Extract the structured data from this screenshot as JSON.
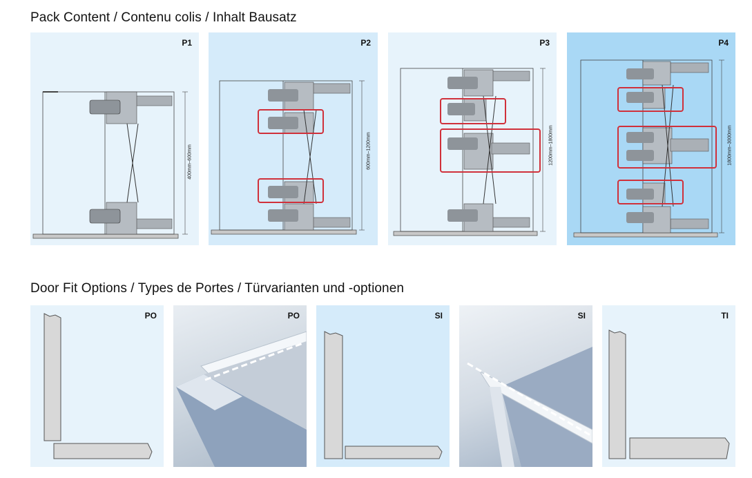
{
  "sections": {
    "pack_title": "Pack Content / Contenu colis / Inhalt Bausatz",
    "door_title": "Door Fit Options / Types de Portes / Türvarianten und -optionen"
  },
  "packs": [
    {
      "label": "P1",
      "dimension": "400mm–600mm",
      "hinges": 2,
      "bg": "#e7f3fb"
    },
    {
      "label": "P2",
      "dimension": "600mm–1200mm",
      "hinges": 4,
      "bg": "#d5ebfa"
    },
    {
      "label": "P3",
      "dimension": "1200mm–1800mm",
      "hinges": 4,
      "bg": "#e7f3fb"
    },
    {
      "label": "P4",
      "dimension": "1800mm–3000mm",
      "hinges": 6,
      "bg": "#a9d8f5"
    }
  ],
  "doors": [
    {
      "label": "PO",
      "kind": "diagram",
      "bg": "#e7f3fb"
    },
    {
      "label": "PO",
      "kind": "photo",
      "bg": "#cfd8e2"
    },
    {
      "label": "SI",
      "kind": "diagram",
      "bg": "#d5ebfa"
    },
    {
      "label": "SI",
      "kind": "photo",
      "bg": "#cfd8e2"
    },
    {
      "label": "TI",
      "kind": "diagram",
      "bg": "#e7f3fb"
    }
  ],
  "colors": {
    "highlight": "#d0303a",
    "hardware": "#6b7178",
    "panel_gray": "#d8d8d8"
  }
}
